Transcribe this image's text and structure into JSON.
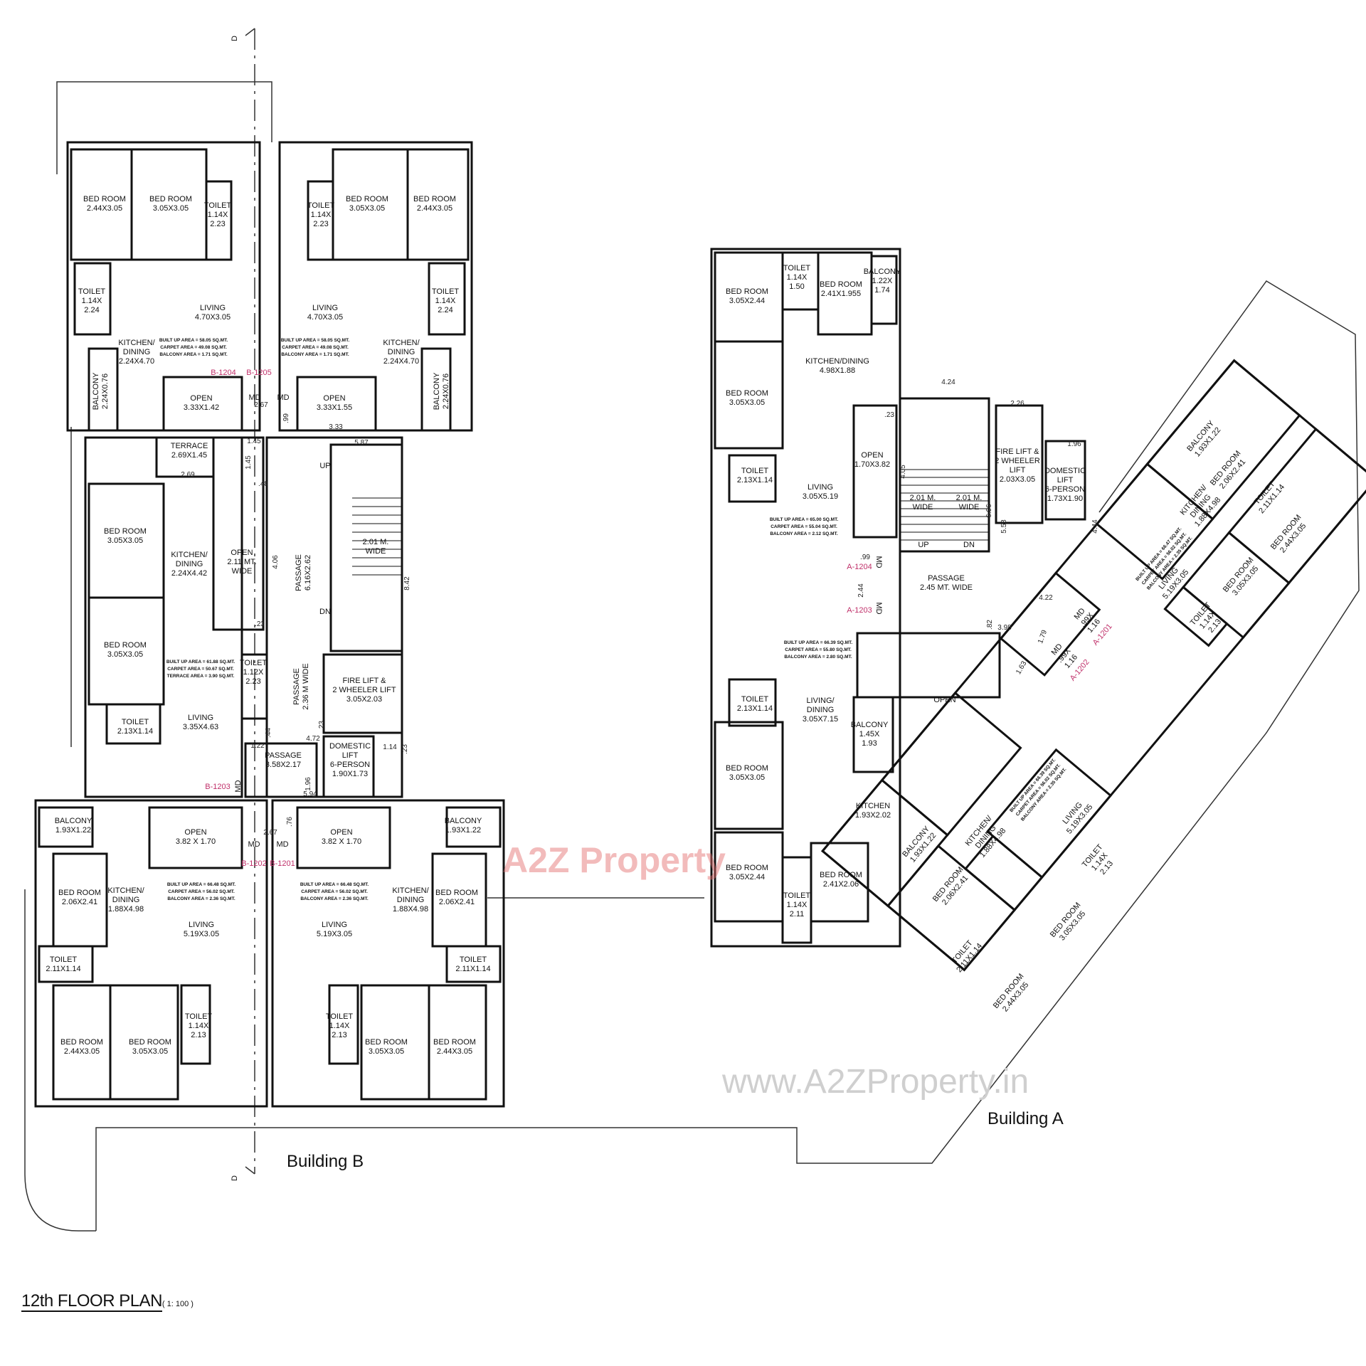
{
  "title": {
    "main": "12th FLOOR PLAN",
    "scale": "( 1: 100 )"
  },
  "buildings": {
    "b_label": "Building B",
    "a_label": "Building A"
  },
  "watermark": {
    "logo": "A2Z Property",
    "url": "www.A2ZProperty.in"
  },
  "colors": {
    "unit_tag": "#c0306a",
    "walls": "#111111",
    "watermark_url": "#c8c8c8"
  },
  "section_marker": "D",
  "rooms": [
    {
      "lines": [
        "BED ROOM",
        "2.44X3.05"
      ]
    },
    {
      "lines": [
        "BED ROOM",
        "3.05X3.05"
      ]
    },
    {
      "lines": [
        "TOILET",
        "1.14X",
        "2.23"
      ]
    },
    {
      "lines": [
        "TOILET",
        "1.14X",
        "2.23"
      ]
    },
    {
      "lines": [
        "BED ROOM",
        "3.05X3.05"
      ]
    },
    {
      "lines": [
        "BED ROOM",
        "2.44X3.05"
      ]
    },
    {
      "lines": [
        "TOILET",
        "1.14X",
        "2.24"
      ]
    },
    {
      "lines": [
        "LIVING",
        "4.70X3.05"
      ]
    },
    {
      "lines": [
        "LIVING",
        "4.70X3.05"
      ]
    },
    {
      "lines": [
        "TOILET",
        "1.14X",
        "2.24"
      ]
    },
    {
      "lines": [
        "KITCHEN/",
        "DINING",
        "2.24X4.70"
      ]
    },
    {
      "lines": [
        "KITCHEN/",
        "DINING",
        "2.24X4.70"
      ]
    },
    {
      "lines": [
        "BALCONY",
        "2.24X0.76"
      ]
    },
    {
      "lines": [
        "BALCONY",
        "2.24X0.76"
      ]
    },
    {
      "lines": [
        "OPEN",
        "3.33X1.42"
      ]
    },
    {
      "lines": [
        "OPEN",
        "3.33X1.55"
      ]
    },
    {
      "lines": [
        "TERRACE",
        "2.69X1.45"
      ]
    },
    {
      "lines": [
        "BED ROOM",
        "3.05X3.05"
      ]
    },
    {
      "lines": [
        "KITCHEN/",
        "DINING",
        "2.24X4.42"
      ]
    },
    {
      "lines": [
        "OPEN",
        "2.11 MT.",
        "WIDE"
      ]
    },
    {
      "lines": [
        "PASSAGE",
        "6.16X2.62"
      ]
    },
    {
      "lines": [
        "2.01 M.",
        "WIDE"
      ]
    },
    {
      "lines": [
        "BED ROOM",
        "3.05X3.05"
      ]
    },
    {
      "lines": [
        "TOILET",
        "1.12X",
        "2.23"
      ]
    },
    {
      "lines": [
        "TOILET",
        "2.13X1.14"
      ]
    },
    {
      "lines": [
        "LIVING",
        "3.35X4.63"
      ]
    },
    {
      "lines": [
        "PASSAGE",
        "2.36 M WIDE"
      ]
    },
    {
      "lines": [
        "FIRE LIFT &",
        "2 WHEELER LIFT",
        "3.05X2.03"
      ]
    },
    {
      "lines": [
        "PASSAGE",
        "3.58X2.17"
      ]
    },
    {
      "lines": [
        "DOMESTIC",
        "LIFT",
        "6-PERSON",
        "1.90X1.73"
      ]
    },
    {
      "lines": [
        "BALCONY",
        "1.93X1.22"
      ]
    },
    {
      "lines": [
        "OPEN",
        "3.82 X 1.70"
      ]
    },
    {
      "lines": [
        "OPEN",
        "3.82 X 1.70"
      ]
    },
    {
      "lines": [
        "BALCONY",
        "1.93X1.22"
      ]
    },
    {
      "lines": [
        "BED ROOM",
        "2.06X2.41"
      ]
    },
    {
      "lines": [
        "KITCHEN/",
        "DINING",
        "1.88X4.98"
      ]
    },
    {
      "lines": [
        "LIVING",
        "5.19X3.05"
      ]
    },
    {
      "lines": [
        "LIVING",
        "5.19X3.05"
      ]
    },
    {
      "lines": [
        "KITCHEN/",
        "DINING",
        "1.88X4.98"
      ]
    },
    {
      "lines": [
        "BED ROOM",
        "2.06X2.41"
      ]
    },
    {
      "lines": [
        "TOILET",
        "2.11X1.14"
      ]
    },
    {
      "lines": [
        "TOILET",
        "2.11X1.14"
      ]
    },
    {
      "lines": [
        "BED ROOM",
        "2.44X3.05"
      ]
    },
    {
      "lines": [
        "BED ROOM",
        "3.05X3.05"
      ]
    },
    {
      "lines": [
        "TOILET",
        "1.14X",
        "2.13"
      ]
    },
    {
      "lines": [
        "TOILET",
        "1.14X",
        "2.13"
      ]
    },
    {
      "lines": [
        "BED ROOM",
        "3.05X3.05"
      ]
    },
    {
      "lines": [
        "BED ROOM",
        "2.44X3.05"
      ]
    },
    {
      "lines": [
        "BED ROOM",
        "3.05X2.44"
      ]
    },
    {
      "lines": [
        "TOILET",
        "1.14X",
        "1.50"
      ]
    },
    {
      "lines": [
        "BED ROOM",
        "2.41X1.955"
      ]
    },
    {
      "lines": [
        "BALCONY",
        "1.22X",
        "1.74"
      ]
    },
    {
      "lines": [
        "KITCHEN/DINING",
        "4.98X1.88"
      ]
    },
    {
      "lines": [
        "BED ROOM",
        "3.05X3.05"
      ]
    },
    {
      "lines": [
        "TOILET",
        "2.13X1.14"
      ]
    },
    {
      "lines": [
        "OPEN",
        "1.70X3.82"
      ]
    },
    {
      "lines": [
        "LIVING",
        "3.05X5.19"
      ]
    },
    {
      "lines": [
        "2.01 M.",
        "WIDE"
      ]
    },
    {
      "lines": [
        "2.01 M.",
        "WIDE"
      ]
    },
    {
      "lines": [
        "UP"
      ]
    },
    {
      "lines": [
        "DN"
      ]
    },
    {
      "lines": [
        "FIRE LIFT &",
        "2 WHEELER",
        "LIFT",
        "2.03X3.05"
      ]
    },
    {
      "lines": [
        "DOMESTIC",
        "LIFT",
        "6-PERSON",
        "1.73X1.90"
      ]
    },
    {
      "lines": [
        "PASSAGE",
        "2.45 MT. WIDE"
      ]
    },
    {
      "lines": [
        "LIVING/",
        "DINING",
        "3.05X7.15"
      ]
    },
    {
      "lines": [
        "TOILET",
        "2.13X1.14"
      ]
    },
    {
      "lines": [
        "OPEN"
      ]
    },
    {
      "lines": [
        "BALCONY",
        "1.45X",
        "1.93"
      ]
    },
    {
      "lines": [
        "BED ROOM",
        "3.05X3.05"
      ]
    },
    {
      "lines": [
        "KITCHEN",
        "1.93X2.02"
      ]
    },
    {
      "lines": [
        "BED ROOM",
        "3.05X2.44"
      ]
    },
    {
      "lines": [
        "TOILET",
        "1.14X",
        "2.11"
      ]
    },
    {
      "lines": [
        "BED ROOM",
        "2.41X2.06"
      ]
    },
    {
      "lines": [
        "BALCONY",
        "1.93X1.22"
      ]
    },
    {
      "lines": [
        "BED ROOM",
        "2.06X2.41"
      ]
    },
    {
      "lines": [
        "KITCHEN/",
        "DINING",
        "1.88X4.98"
      ]
    },
    {
      "lines": [
        "TOILET",
        "2.11X1.14"
      ]
    },
    {
      "lines": [
        "BED ROOM",
        "2.44X3.05"
      ]
    },
    {
      "lines": [
        "LIVING",
        "5.19X3.05"
      ]
    },
    {
      "lines": [
        "BED ROOM",
        "3.05X3.05"
      ]
    },
    {
      "lines": [
        "TOILET",
        "1.14X",
        "2.13"
      ]
    },
    {
      "lines": [
        "MD",
        ".99X",
        "1.16"
      ]
    },
    {
      "lines": [
        "MD",
        ".99X",
        "1.16"
      ]
    },
    {
      "lines": [
        "BALCONY",
        "1.93X1.22"
      ]
    },
    {
      "lines": [
        "BED ROOM",
        "2.06X2.41"
      ]
    },
    {
      "lines": [
        "KITCHEN/",
        "DINING",
        "1.88X4.98"
      ]
    },
    {
      "lines": [
        "LIVING",
        "5.19X3.05"
      ]
    },
    {
      "lines": [
        "TOILET",
        "1.14X",
        "2.13"
      ]
    },
    {
      "lines": [
        "BED ROOM",
        "3.05X3.05"
      ]
    },
    {
      "lines": [
        "TOILET",
        "2.11X1.14"
      ]
    },
    {
      "lines": [
        "BED ROOM",
        "2.44X3.05"
      ]
    }
  ],
  "area_notes": [
    {
      "lines": [
        "BUILT UP AREA = 58.05 SQ.MT.",
        "CARPET AREA = 49.08 SQ.MT.",
        "BALCONY AREA = 1.71 SQ.MT."
      ]
    },
    {
      "lines": [
        "BUILT UP AREA = 58.05 SQ.MT.",
        "CARPET AREA = 49.08 SQ.MT.",
        "BALCONY AREA = 1.71 SQ.MT."
      ]
    },
    {
      "lines": [
        "BUILT UP AREA = 61.88 SQ.MT.",
        "CARPET AREA = 50.67 SQ.MT.",
        "TERRACE AREA = 3.90 SQ.MT."
      ]
    },
    {
      "lines": [
        "BUILT UP AREA = 66.48 SQ.MT.",
        "CARPET AREA = 56.02 SQ.MT.",
        "BALCONY AREA = 2.36 SQ.MT."
      ]
    },
    {
      "lines": [
        "BUILT UP AREA = 66.48 SQ.MT.",
        "CARPET AREA = 56.02 SQ.MT.",
        "BALCONY AREA = 2.36 SQ.MT."
      ]
    },
    {
      "lines": [
        "BUILT UP AREA = 65.00 SQ.MT.",
        "CARPET AREA = 55.04 SQ.MT.",
        "BALCONY AREA = 2.12 SQ.MT."
      ]
    },
    {
      "lines": [
        "BUILT UP AREA = 66.39 SQ.MT.",
        "CARPET AREA = 55.80 SQ.MT.",
        "BALCONY AREA = 2.80 SQ.MT."
      ]
    },
    {
      "lines": [
        "BUILT UP AREA = 66.47 SQ.MT.",
        "CARPET AREA = 56.02 SQ.MT.",
        "BALCONY AREA = 2.35 SQ.MT."
      ]
    },
    {
      "lines": [
        "BUILT UP AREA = 66.39 SQ.MT.",
        "CARPET AREA = 56.02 SQ.MT.",
        "BALCONY AREA = 2.35 SQ.MT."
      ]
    }
  ],
  "unit_tags": [
    "B-1204",
    "B-1205",
    "B-1203",
    "B-1202",
    "B-1201",
    "A-1204",
    "A-1203",
    "A-1201",
    "A-1202"
  ],
  "door_marks": [
    "MD",
    "MD",
    "MD",
    "MD",
    "MD",
    "MD",
    "MD",
    "UP",
    "DN"
  ],
  "dimensions": [
    "2.67",
    ".99",
    "3.33",
    "1.45",
    "5.87",
    "1.45",
    "2.69",
    ".48",
    "4.06",
    "8.42",
    ".23",
    ".44",
    "4.72",
    ".23",
    "1.22",
    "1.14",
    ".23",
    "1.96",
    "5.94",
    "2.67",
    ".76",
    "4.24",
    "2.26",
    "1.96",
    ".23",
    "4.05",
    "6.96",
    "5.58",
    "4.44",
    ".99",
    "2.44",
    "4.22",
    ".82",
    "3.98",
    "1.79",
    "1.63"
  ]
}
